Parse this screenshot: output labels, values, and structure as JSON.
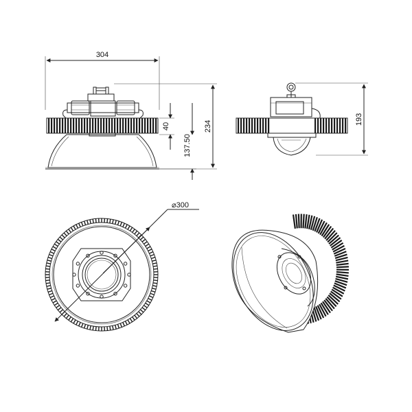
{
  "drawing": {
    "dimensions": {
      "width_top": "304",
      "height_total": "234",
      "height_heatsink": "40",
      "height_reflector": "137.50",
      "height_side": "193",
      "diameter": "300",
      "diameter_symbol": "⌀"
    },
    "colors": {
      "line": "#222222",
      "fin": "#1a1a1a",
      "background": "#ffffff"
    }
  }
}
